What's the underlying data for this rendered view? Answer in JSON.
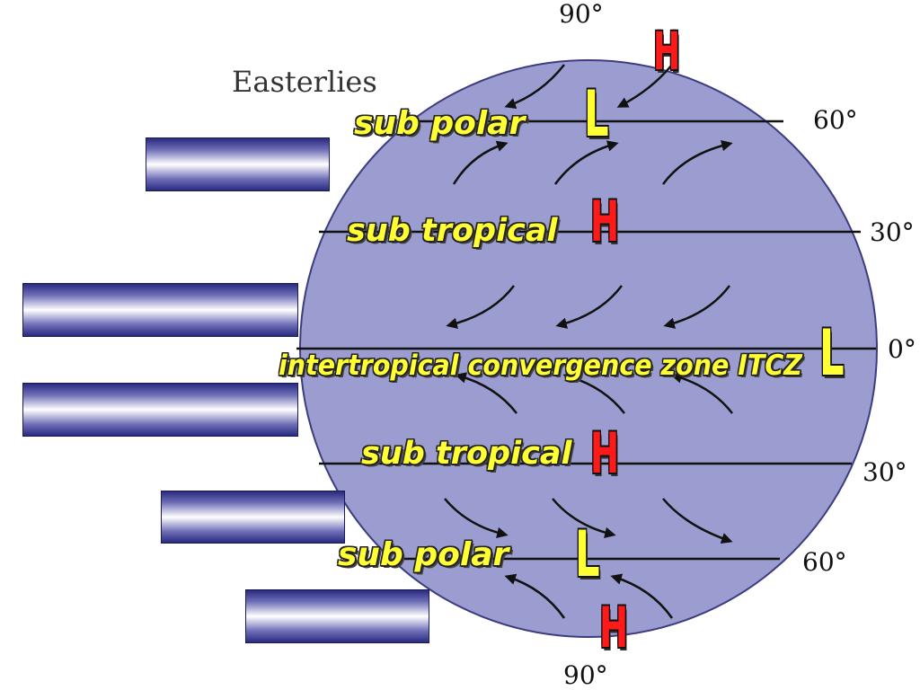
{
  "title": "Easterlies",
  "latitudes": {
    "top": "90°",
    "north_60": "60°",
    "north_30": "30°",
    "equator": "0°",
    "south_30": "30°",
    "south_60": "60°",
    "bottom": "90°"
  },
  "zones": {
    "north_sub_polar": "sub polar",
    "north_sub_tropical": "sub tropical",
    "itcz": "intertropical convergence zone ITCZ",
    "south_sub_tropical": "sub tropical",
    "south_sub_polar": "sub polar"
  },
  "pressure": {
    "north_pole": "H",
    "north_sub_polar": "L",
    "north_sub_tropical": "H",
    "itcz": "L",
    "south_sub_tropical": "H",
    "south_sub_polar": "L",
    "south_pole": "H"
  },
  "colors": {
    "globe_fill": "#9b9ccf",
    "high_pressure": "#ff1a1a",
    "low_pressure": "#ffff33",
    "label_bar_dark": "#2a2a80"
  }
}
